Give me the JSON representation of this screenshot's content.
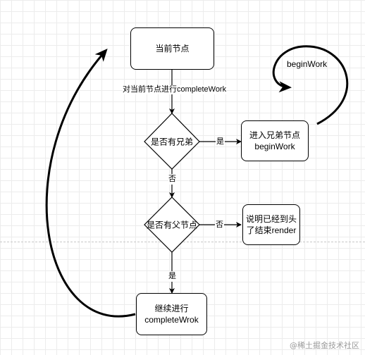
{
  "nodes": {
    "current": "当前节点",
    "has_sibling": "是否有兄弟",
    "enter_sibling_line1": "进入兄弟节点",
    "enter_sibling_line2": "beginWork",
    "has_parent": "是否有父节点",
    "reached_top_line1": "说明已经到头",
    "reached_top_line2": "了结束render",
    "continue_line1": "继续进行",
    "continue_line2": "completeWrok"
  },
  "edges": {
    "complete_work": "对当前节点进行completeWork",
    "yes_sibling": "是",
    "no_sibling": "否",
    "no_parent": "否",
    "yes_parent": "是",
    "begin_work": "beginWork"
  },
  "watermark": "@稀土掘金技术社区"
}
